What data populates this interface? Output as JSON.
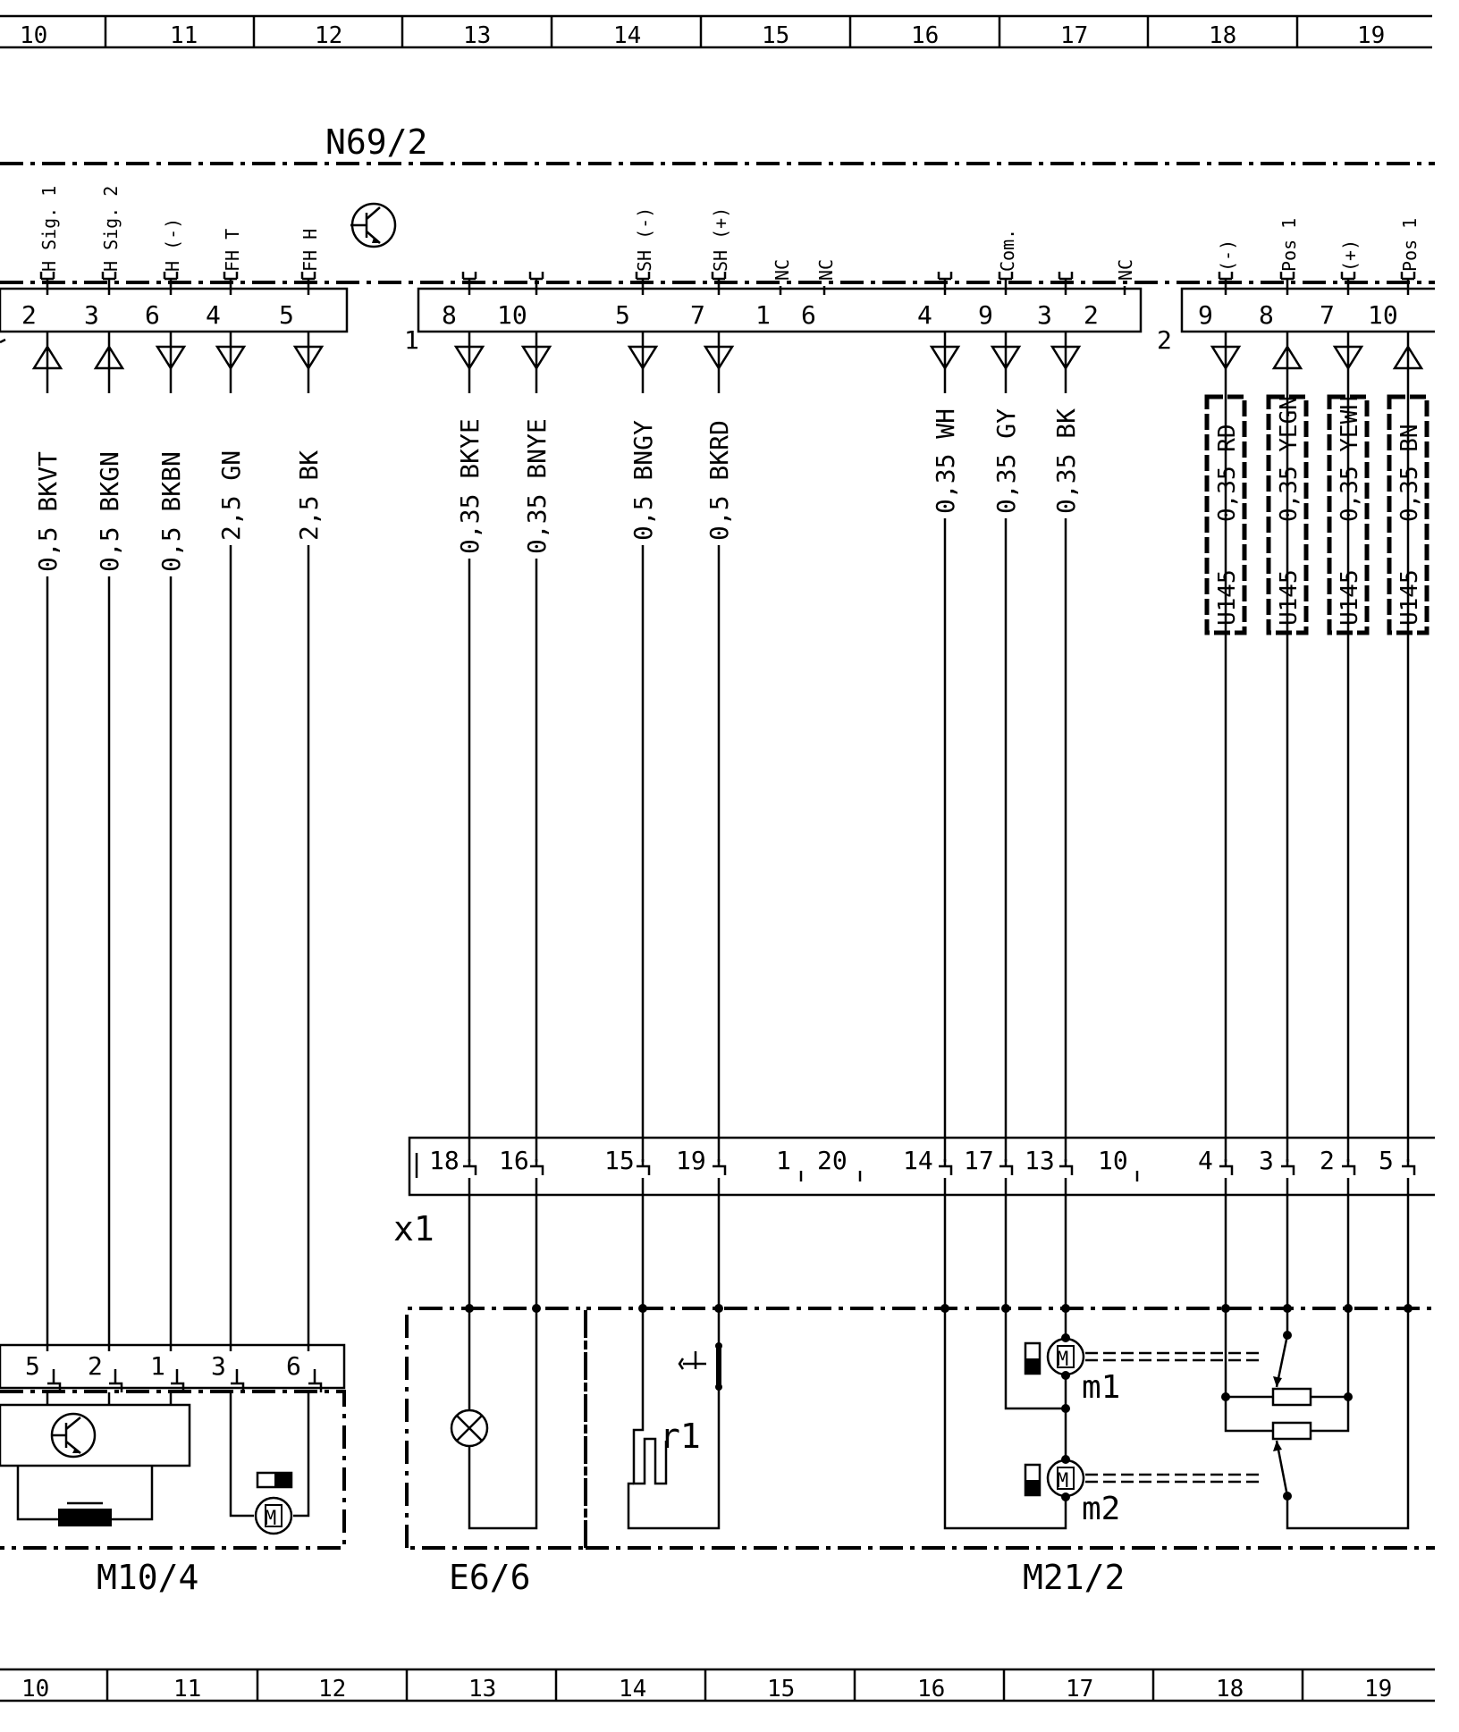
{
  "grid": [
    "10",
    "11",
    "12",
    "13",
    "14",
    "15",
    "16",
    "17",
    "18",
    "19"
  ],
  "components": {
    "n69_2": "N69/2",
    "m10_4": "M10/4",
    "e6_6": "E6/6",
    "m21_2": "M21/2",
    "x1": "x1",
    "m1": "m1",
    "m2": "m2",
    "r1": "r1",
    "motor": "M",
    "u145": "U145"
  },
  "connectors": {
    "c1": "1",
    "c2": "2"
  },
  "left_group": {
    "pins": [
      "2",
      "3",
      "6",
      "4",
      "5"
    ],
    "signals": [
      "H Sig. 1",
      "H Sig. 2",
      "H (-)",
      "FH T",
      "FH H"
    ],
    "wires": [
      "0,5 BKVT",
      "0,5 BKGN",
      "0,5 BKBN",
      "2,5 GN",
      "2,5 BK"
    ],
    "bottom_pins": [
      "5",
      "2",
      "1",
      "3",
      "6"
    ]
  },
  "connector1": {
    "pins": [
      "8",
      "10",
      "5",
      "7",
      "1",
      "6",
      "4",
      "9",
      "3",
      "2"
    ],
    "signals": [
      "SH (-)",
      "SH (+)",
      "NC",
      "NC",
      "Com.",
      "NC"
    ],
    "wires": [
      "0,35 BKYE",
      "0,35 BNYE",
      "0,5 BNGY",
      "0,5 BKRD",
      "0,35 WH",
      "0,35 GY",
      "0,35 BK"
    ]
  },
  "connector2": {
    "pins": [
      "9",
      "8",
      "7",
      "10"
    ],
    "signals": [
      "(-)",
      "Pos 1",
      "(+)",
      "Pos 1"
    ],
    "wires": [
      "0,35 RD",
      "0,35 YEGN",
      "0,35 YEWH",
      "0,35 BN"
    ]
  },
  "x1_pins": [
    "18",
    "16",
    "15",
    "19",
    "1",
    "20",
    "14",
    "17",
    "13",
    "10",
    "4",
    "3",
    "2",
    "5"
  ]
}
